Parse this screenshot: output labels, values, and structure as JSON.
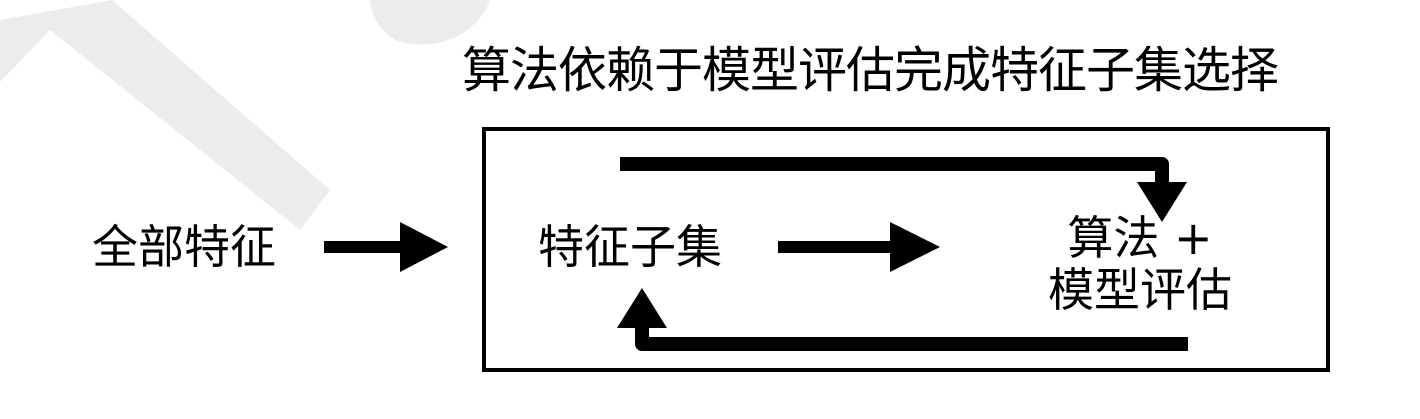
{
  "diagram": {
    "title": "算法依赖于模型评估完成特征子集选择",
    "input_label": "全部特征",
    "subset_label": "特征子集",
    "algorithm_label_line1": "算法 +",
    "algorithm_label_line2": "模型评估"
  },
  "colors": {
    "ink": "#000000",
    "watermark": "#ececec",
    "background": "#ffffff"
  }
}
